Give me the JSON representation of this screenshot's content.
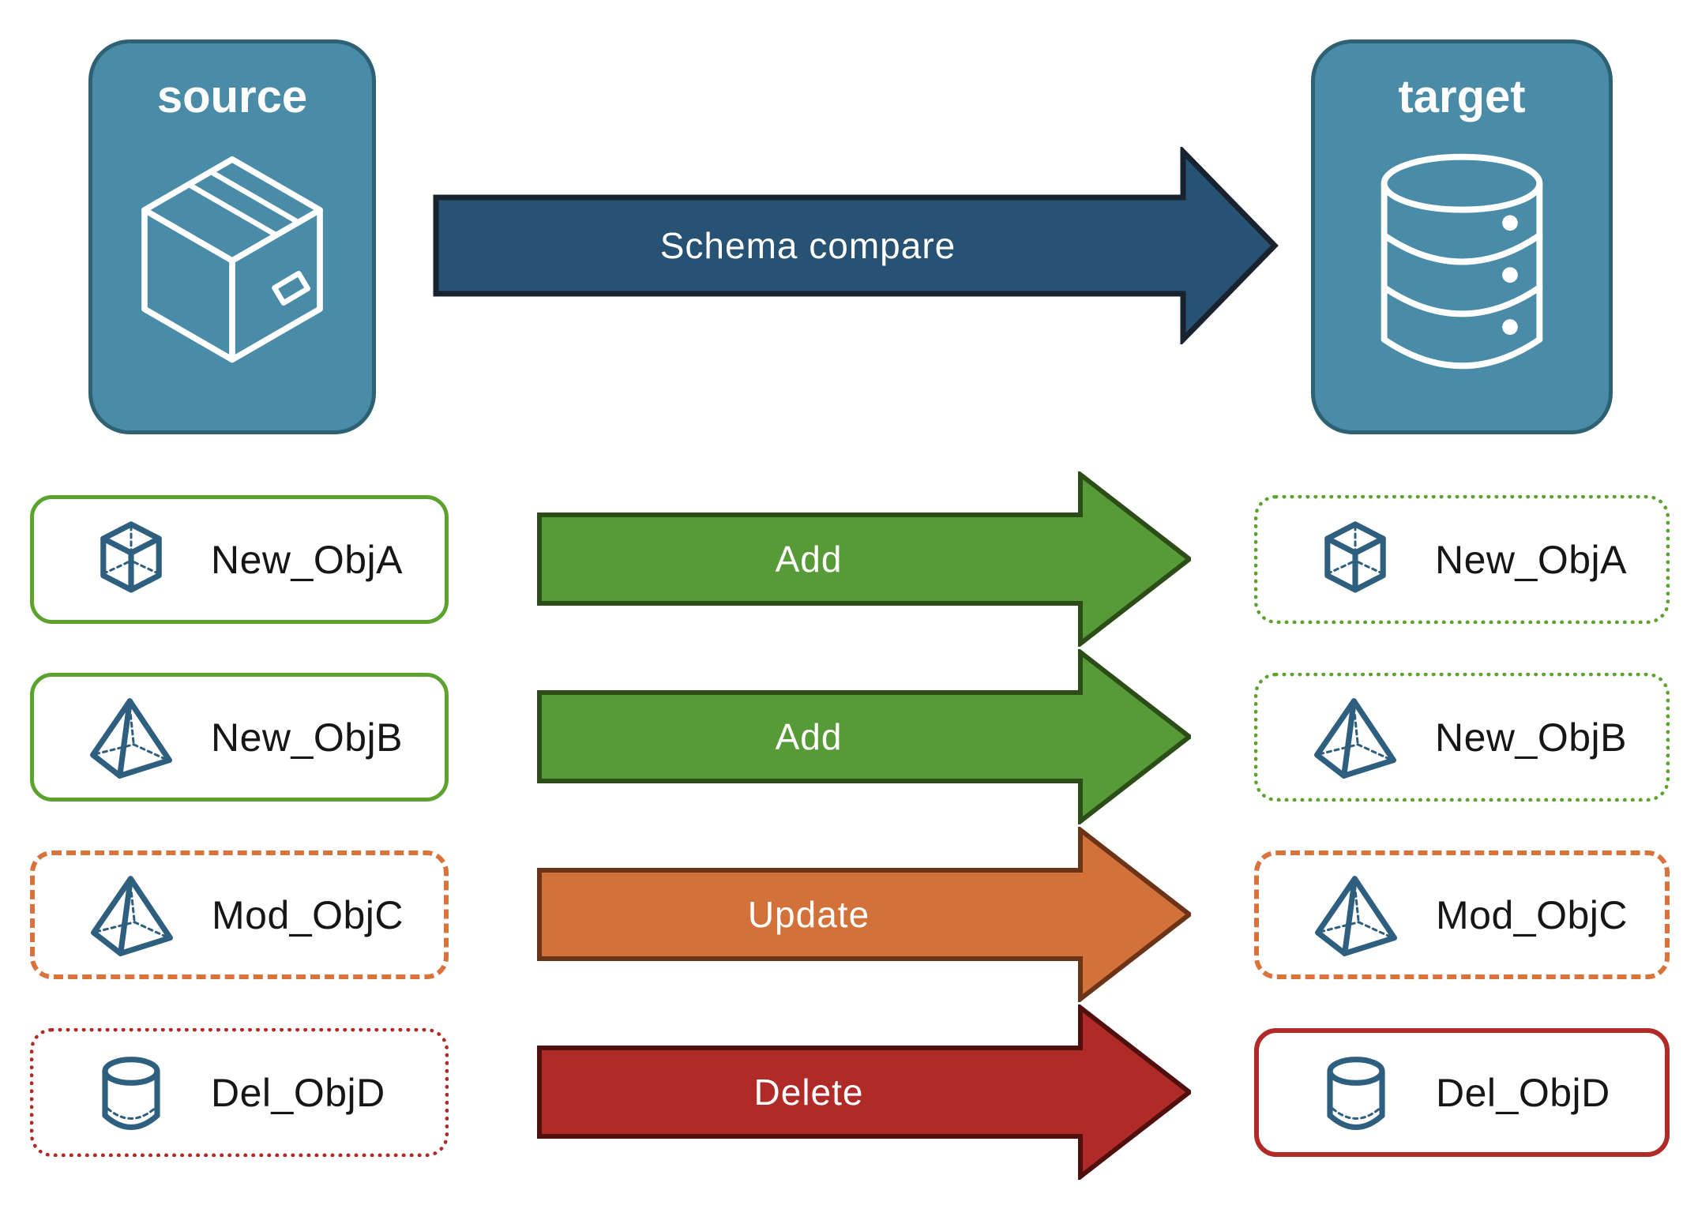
{
  "nodes": {
    "source": {
      "label": "source",
      "fill": "#4a8ba8",
      "border_color": "#2d6173",
      "icon": "package-icon"
    },
    "target": {
      "label": "target",
      "fill": "#4a8ba8",
      "border_color": "#2d6173",
      "icon": "database-icon"
    }
  },
  "compare_arrow": {
    "label": "Schema compare",
    "fill": "#275274",
    "border": "#19222f"
  },
  "rows": [
    {
      "source_label": "New_ObjA",
      "target_label": "New_ObjA",
      "icon": "cube-icon",
      "action": {
        "label": "Add",
        "fill": "#579a38",
        "border": "#2c4d18"
      },
      "source_border": {
        "style": "solid",
        "color": "#5ba32d"
      },
      "target_border": {
        "style": "dotted",
        "color": "#5ba32d"
      }
    },
    {
      "source_label": "New_ObjB",
      "target_label": "New_ObjB",
      "icon": "pyramid-icon",
      "action": {
        "label": "Add",
        "fill": "#579a38",
        "border": "#2c4d18"
      },
      "source_border": {
        "style": "solid",
        "color": "#5ba32d"
      },
      "target_border": {
        "style": "dotted",
        "color": "#5ba32d"
      }
    },
    {
      "source_label": "Mod_ObjC",
      "target_label": "Mod_ObjC",
      "icon": "pyramid-icon",
      "action": {
        "label": "Update",
        "fill": "#d2713a",
        "border": "#6b3317"
      },
      "source_border": {
        "style": "dashed",
        "color": "#d8743b"
      },
      "target_border": {
        "style": "dashed",
        "color": "#d8743b"
      }
    },
    {
      "source_label": "Del_ObjD",
      "target_label": "Del_ObjD",
      "icon": "cylinder-icon",
      "action": {
        "label": "Delete",
        "fill": "#b02a28",
        "border": "#4f100e"
      },
      "source_border": {
        "style": "dotted",
        "color": "#b02a28"
      },
      "target_border": {
        "style": "solid",
        "color": "#b02a28"
      }
    }
  ],
  "colors": {
    "object_icon": "#2e5f7f",
    "label_text": "#161616",
    "background": "#ffffff"
  }
}
